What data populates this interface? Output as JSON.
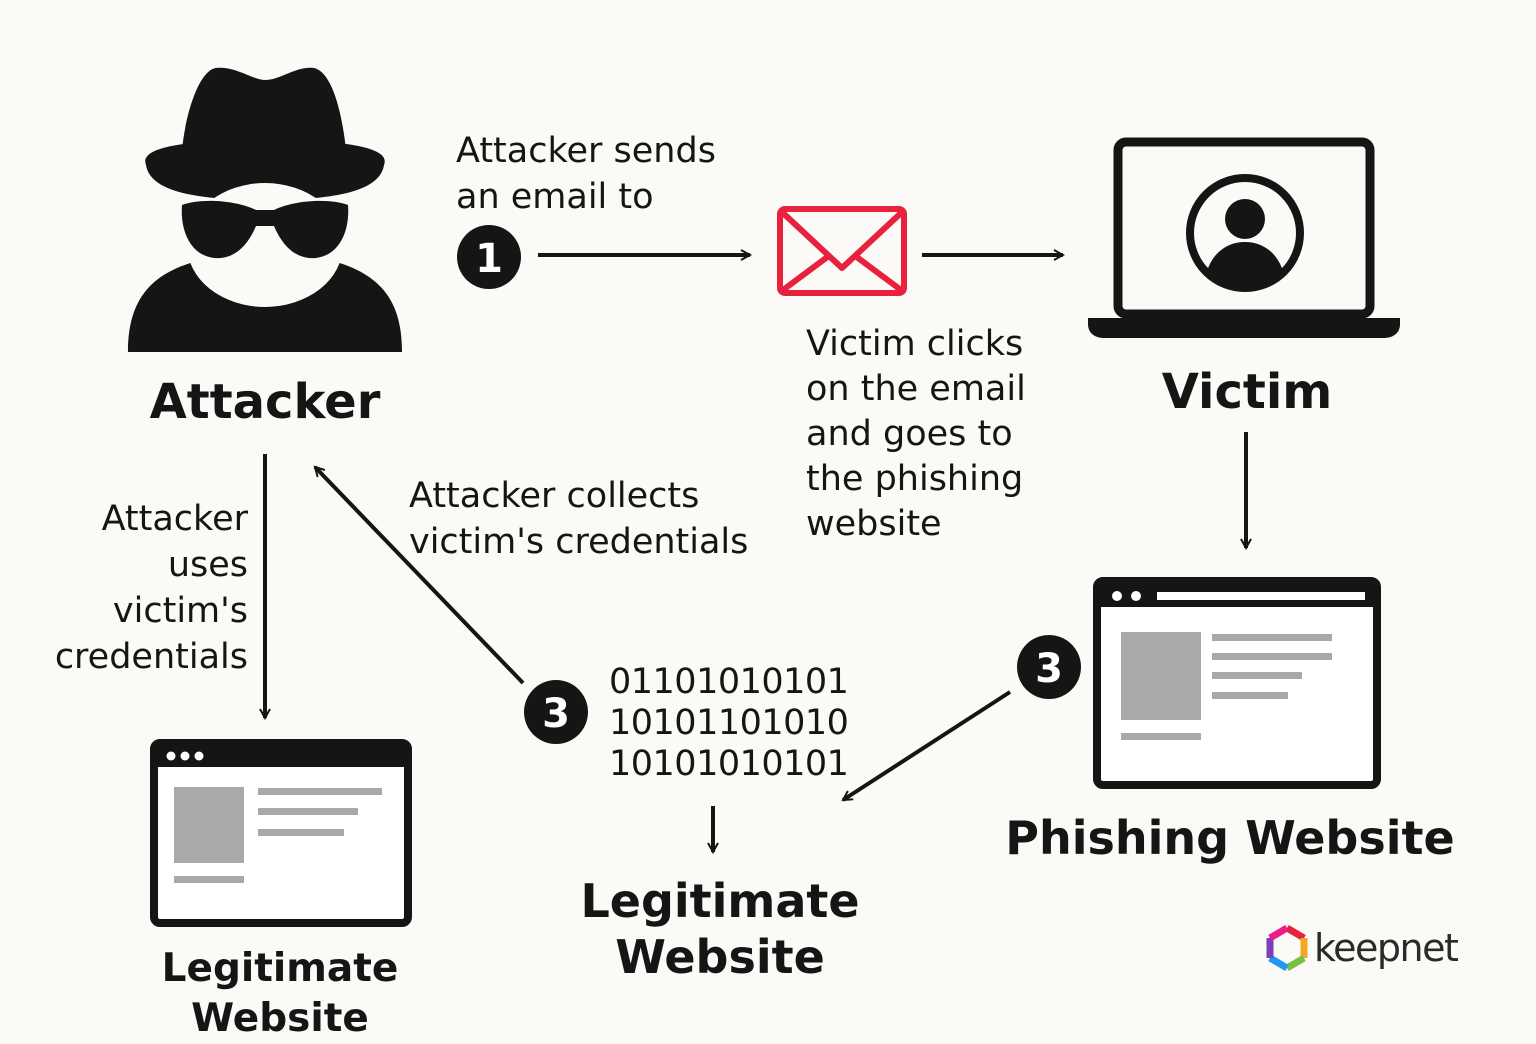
{
  "labels": {
    "step1_text": "Attacker sends\nan email to",
    "click_text": "Victim clicks\non the email\nand goes to\nthe phishing\nwebsite",
    "collect_text": "Attacker collects\nvictim's credentials",
    "uses_text": "Attacker\nuses\nvictim's\ncredentials",
    "binary_text": "01101010101\n10101101010\n10101010101"
  },
  "nodes": {
    "attacker": "Attacker",
    "victim": "Victim",
    "phishing_site": "Phishing Website",
    "legit_site_center": "Legitimate Website",
    "legit_site_left": "Legitimate Website"
  },
  "badges": {
    "step1": "1",
    "step3_right": "3",
    "step3_center": "3"
  },
  "brand": {
    "name": "keepnet"
  },
  "colors": {
    "ink": "#151515",
    "email_red": "#e8213c",
    "placeholder_gray": "#a9a9a9",
    "background": "#fbfaf7"
  },
  "icons": [
    "attacker-spy-icon",
    "email-envelope-icon",
    "laptop-user-icon",
    "browser-window-icon",
    "keepnet-logo-icon"
  ]
}
